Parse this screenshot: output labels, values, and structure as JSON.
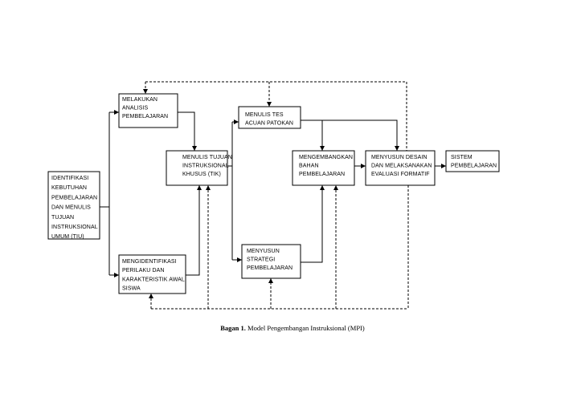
{
  "boxes": {
    "identifikasi": [
      "IDENTIFIKASI",
      "KEBUTUHAN",
      "PEMBELAJARAN",
      "DAN MENULIS",
      "TUJUAN",
      "INSTRUKSIONAL",
      "UMUM (TIU)"
    ],
    "analisis": [
      "MELAKUKAN",
      "ANALISIS",
      "PEMBELAJARAN"
    ],
    "perilaku": [
      "MENGIDENTIFIKASI",
      "PERILAKU DAN",
      "KARAKTERISTIK AWAL",
      "SISWA"
    ],
    "tik": [
      "MENULIS TUJUAN",
      "INSTRUKSIONAL",
      "KHUSUS (TIK)"
    ],
    "tes": [
      "MENULIS TES",
      "ACUAN PATOKAN"
    ],
    "strategi": [
      "MENYUSUN",
      "STRATEGI",
      "PEMBELAJARAN"
    ],
    "bahan": [
      "MENGEMBANGKAN",
      "BAHAN",
      "PEMBELAJARAN"
    ],
    "evaluasi": [
      "MENYUSUN DESAIN",
      "DAN MELAKSANAKAN",
      "EVALUASI  FORMATIF"
    ],
    "sistem": [
      "SISTEM",
      "PEMBELAJARAN"
    ]
  },
  "caption": {
    "bold": "Bagan 1.",
    "text": " Model Pengembangan Instruksional (MPI)"
  }
}
